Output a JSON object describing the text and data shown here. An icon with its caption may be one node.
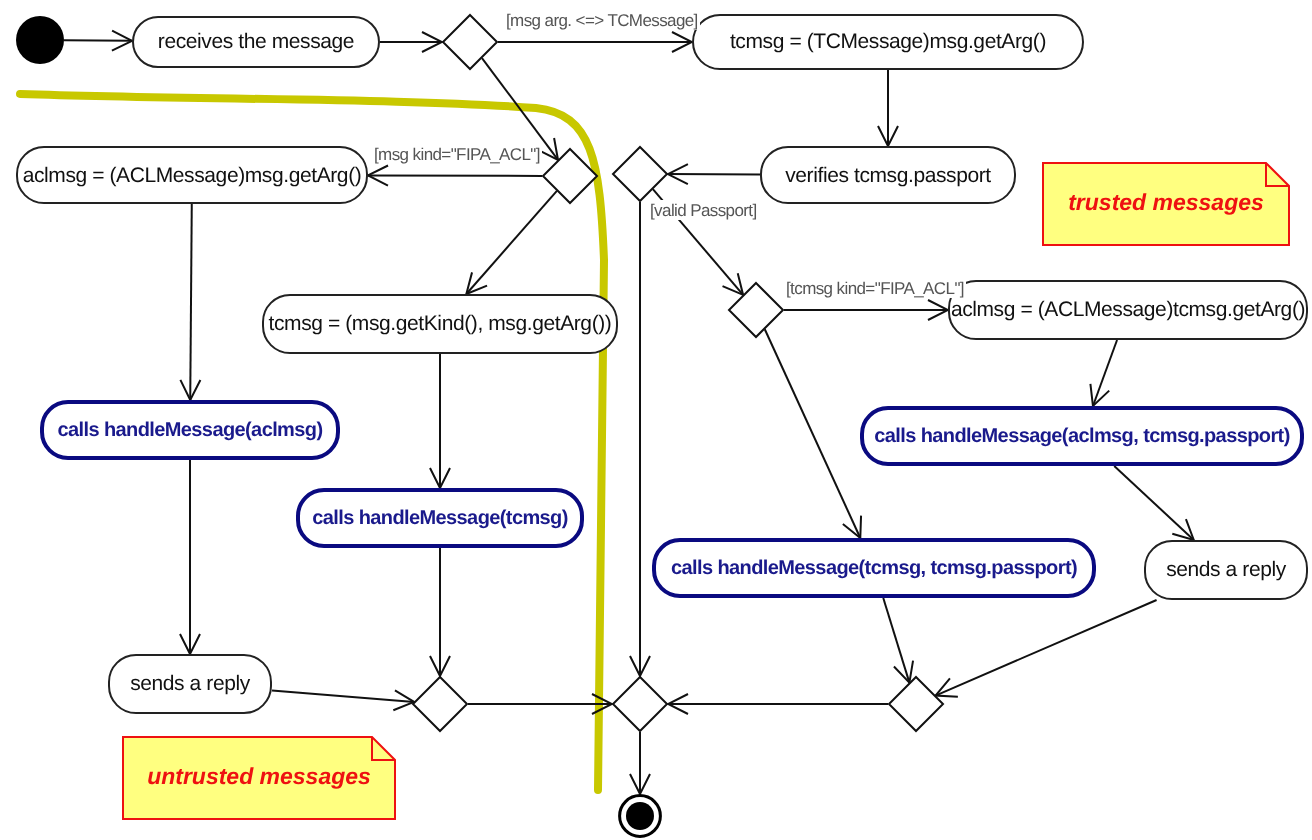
{
  "diagram": {
    "nodes": [
      {
        "text": [],
        "shape": "circle"
      },
      {
        "text": [
          "receives the message"
        ]
      },
      {
        "text": [],
        "shape": "diamond"
      },
      {
        "text": [
          "tcmsg = (TCMessage)msg.getArg()"
        ]
      },
      {
        "text": [],
        "shape": "diamond"
      },
      {
        "text": [
          "aclmsg = (ACLMessage)msg.getArg()"
        ]
      },
      {
        "text": [],
        "shape": "diamond"
      },
      {
        "text": [
          "verifies tcmsg.passport"
        ]
      },
      {
        "text": [
          "tcmsg = (msg.getKind(), msg.getArg())"
        ]
      },
      {
        "text": [],
        "shape": "diamond"
      },
      {
        "text": [
          "aclmsg = (ACLMessage)tcmsg.getArg()"
        ]
      },
      {
        "text": [
          "calls handleMessage(aclmsg)"
        ]
      },
      {
        "text": [
          "calls handleMessage(tcmsg)"
        ]
      },
      {
        "text": [
          "calls handleMessage(aclmsg, tcmsg.passport)"
        ]
      },
      {
        "text": [
          "calls handleMessage(tcmsg, tcmsg.passport)"
        ]
      },
      {
        "text": [
          "sends a reply"
        ]
      },
      {
        "text": [
          "sends a reply"
        ]
      },
      {
        "text": [],
        "shape": "diamond"
      },
      {
        "text": [],
        "shape": "diamond"
      },
      {
        "text": [],
        "shape": "diamond"
      },
      {
        "text": [],
        "shape": "bullseye"
      },
      {
        "text": [
          "trusted messages"
        ]
      },
      {
        "text": [
          "untrusted messages"
        ]
      }
    ],
    "edges": [
      {
        "from": 0,
        "to": 1,
        "arrow": "to"
      },
      {
        "from": 1,
        "to": 2,
        "arrow": "to"
      },
      {
        "from": 2,
        "to": 3,
        "arrow": "to",
        "label": "[msg arg. <=> TCMessage]"
      },
      {
        "from": 2,
        "to": 4,
        "arrow": "to"
      },
      {
        "from": 4,
        "to": 5,
        "arrow": "to",
        "label": "[msg kind=\"FIPA_ACL\"]"
      },
      {
        "from": 4,
        "to": 8,
        "arrow": "to"
      },
      {
        "from": 3,
        "to": 7,
        "arrow": "to"
      },
      {
        "from": 7,
        "to": 6,
        "arrow": "to"
      },
      {
        "from": 6,
        "to": 9,
        "arrow": "to",
        "label": "[valid Passport]"
      },
      {
        "from": 6,
        "to": 18,
        "arrow": "to"
      },
      {
        "from": 9,
        "to": 10,
        "arrow": "to",
        "label": "[tcmsg kind=\"FIPA_ACL\"]"
      },
      {
        "from": 9,
        "to": 14,
        "arrow": "to"
      },
      {
        "from": 10,
        "to": 13,
        "arrow": "to"
      },
      {
        "from": 13,
        "to": 15,
        "arrow": "to"
      },
      {
        "from": 15,
        "to": 19,
        "arrow": "to"
      },
      {
        "from": 14,
        "to": 19,
        "arrow": "to"
      },
      {
        "from": 19,
        "to": 18,
        "arrow": "to"
      },
      {
        "from": 5,
        "to": 11,
        "arrow": "to"
      },
      {
        "from": 11,
        "to": 16,
        "arrow": "to"
      },
      {
        "from": 8,
        "to": 12,
        "arrow": "to"
      },
      {
        "from": 12,
        "to": 17,
        "arrow": "to"
      },
      {
        "from": 16,
        "to": 17,
        "arrow": "to"
      },
      {
        "from": 17,
        "to": 18,
        "arrow": "to"
      },
      {
        "from": 18,
        "to": 20,
        "arrow": "to"
      }
    ]
  }
}
